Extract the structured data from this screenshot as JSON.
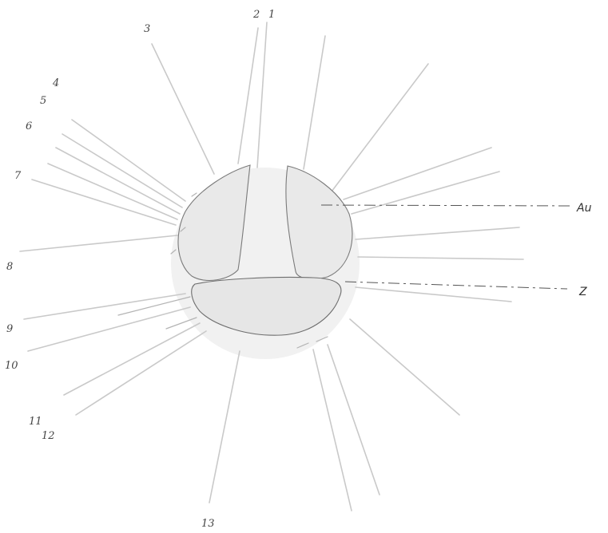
{
  "labels": {
    "spines": [
      "1",
      "2",
      "3",
      "4",
      "5",
      "6",
      "7",
      "8",
      "9",
      "10",
      "11",
      "12",
      "13"
    ],
    "au": "Au",
    "z": "Z"
  },
  "colors": {
    "background": "#ffffff",
    "spine": "#c9c9c9",
    "plate_fill": "#e9e9e9",
    "plate_outline": "#7a7a7a",
    "text": "#444444"
  }
}
